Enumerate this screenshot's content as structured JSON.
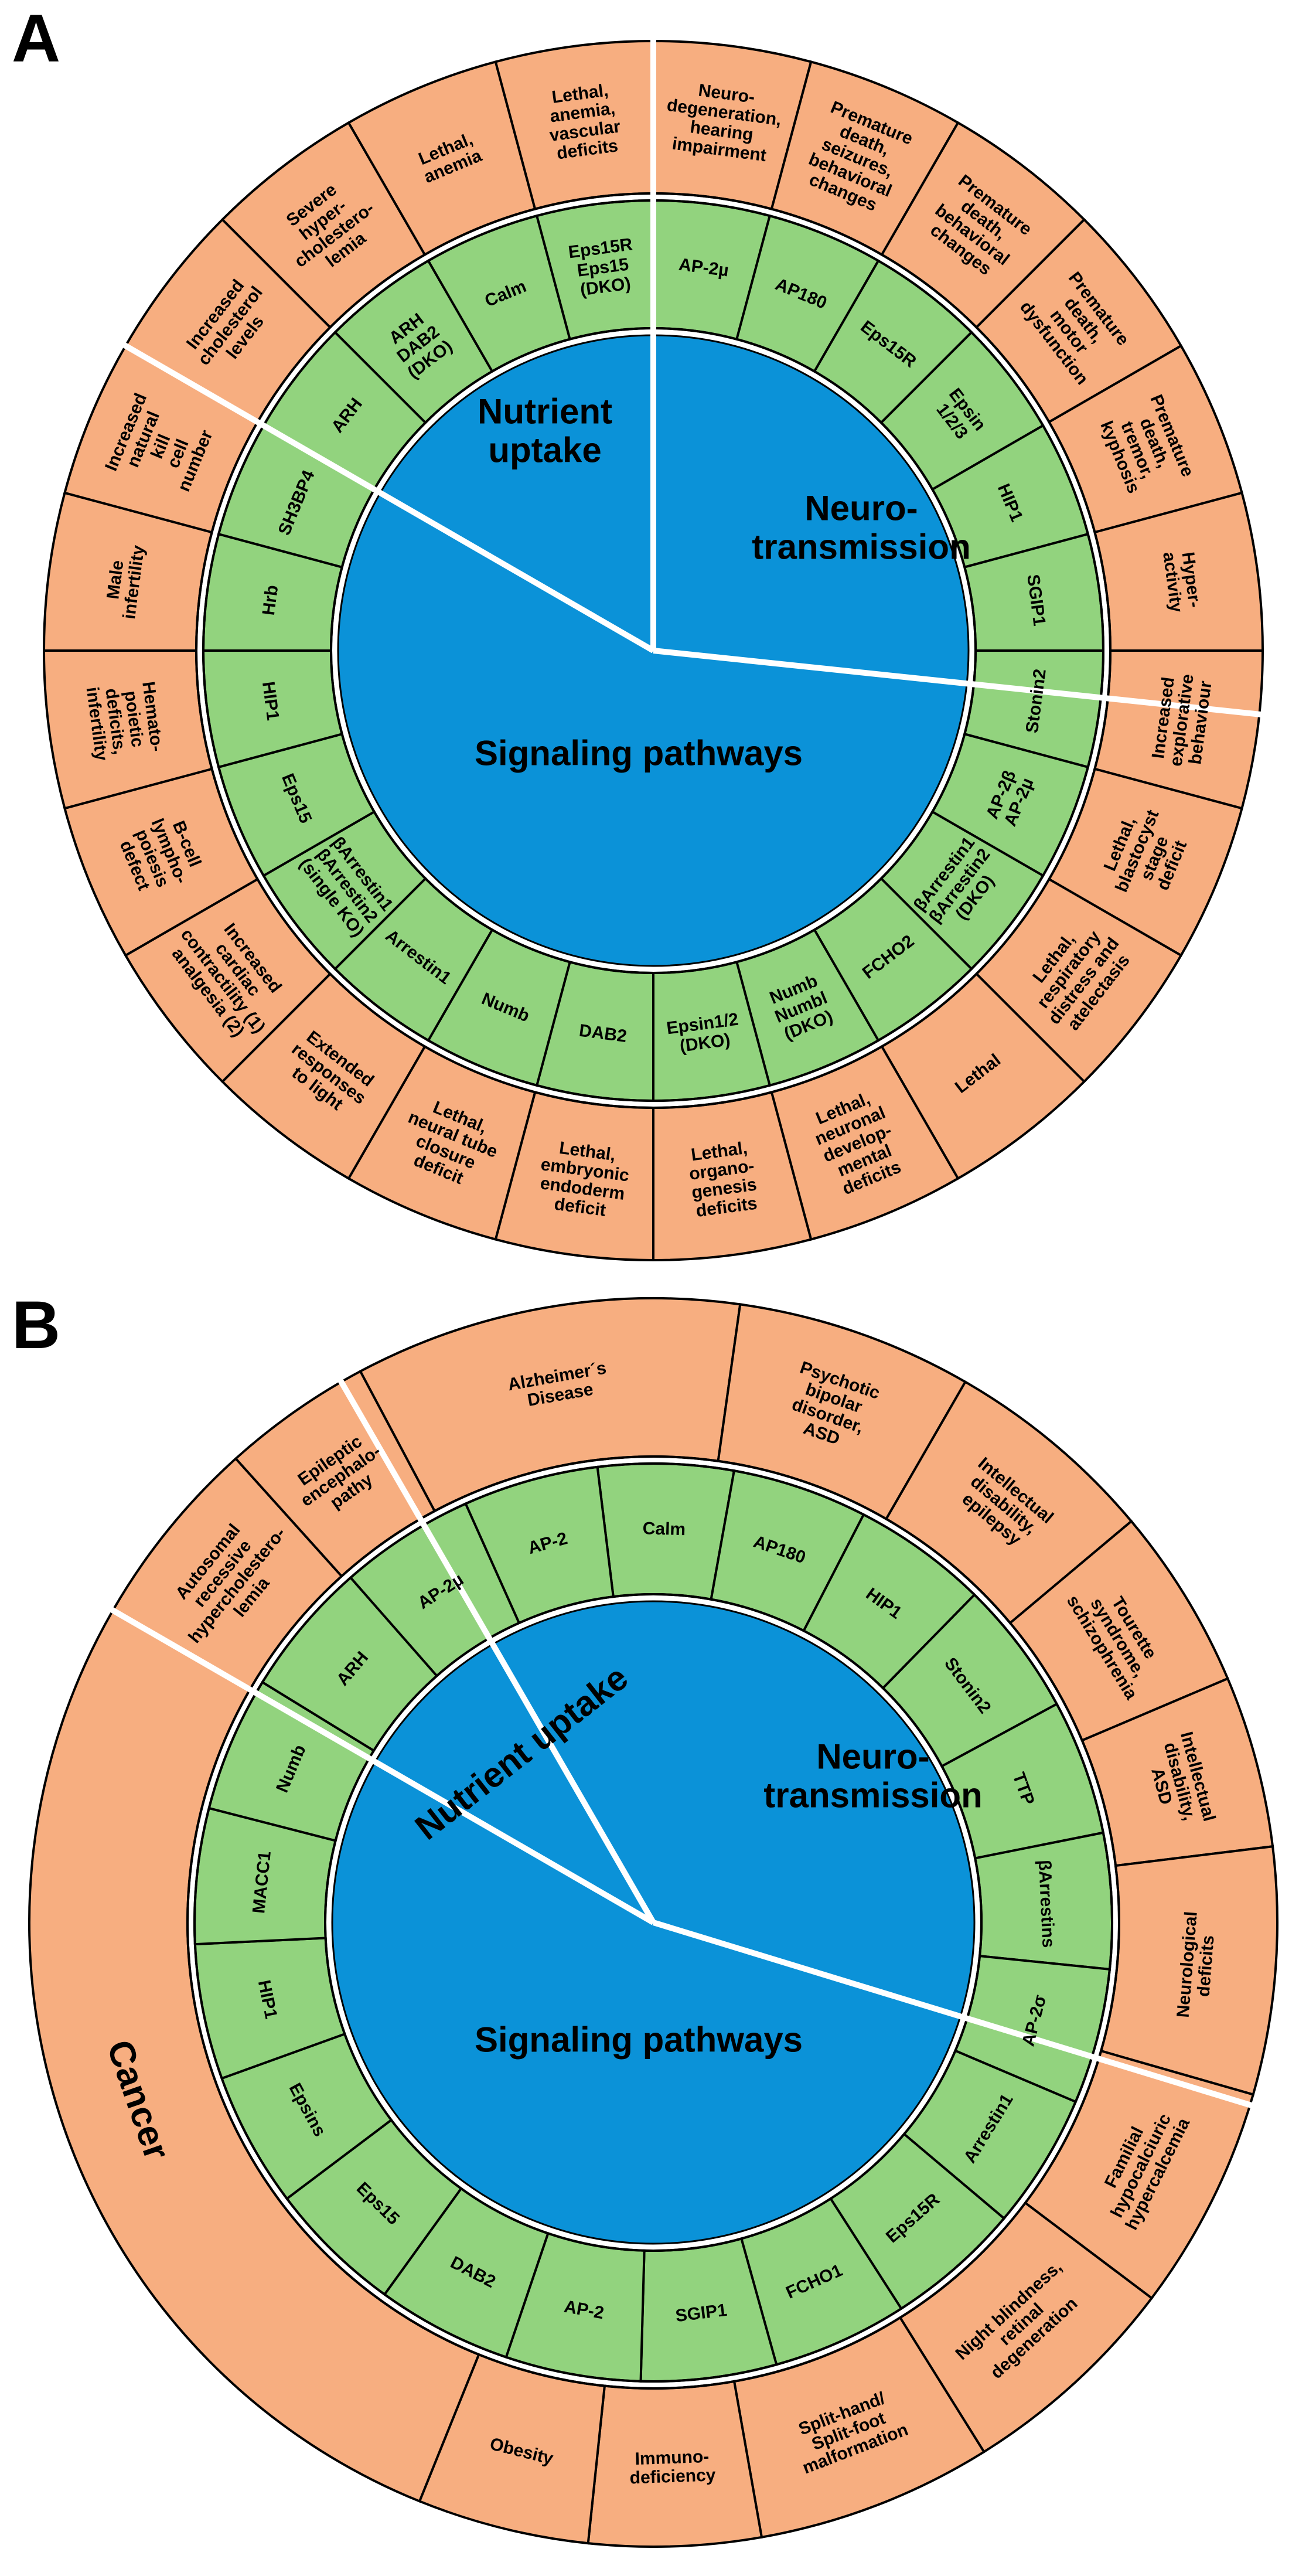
{
  "colors": {
    "center": "#0B92D8",
    "gene": "#92D37E",
    "phenotype": "#F7AE80",
    "border": "#000000",
    "divider": "#ffffff",
    "disease_text": "#1E1EB4",
    "text": "#000000"
  },
  "panels": [
    {
      "letter": "A",
      "center": [
        {
          "id": "neurotransmission",
          "lines": [
            "Neuro-",
            "transmission"
          ]
        },
        {
          "id": "nutrient",
          "lines": [
            "Nutrient",
            "uptake"
          ]
        },
        {
          "id": "signaling",
          "lines": [
            "Signaling pathways"
          ]
        }
      ],
      "genes": [
        {
          "lines": [
            "AP-2µ"
          ]
        },
        {
          "lines": [
            "AP180"
          ]
        },
        {
          "lines": [
            "Eps15R"
          ]
        },
        {
          "lines": [
            "Epsin",
            "1/2/3"
          ]
        },
        {
          "lines": [
            "HIP1"
          ]
        },
        {
          "lines": [
            "SGIP1"
          ]
        },
        {
          "lines": [
            "Stonin2"
          ]
        },
        {
          "lines": [
            "AP-2β",
            "AP-2µ"
          ]
        },
        {
          "lines": [
            "βArrestin1",
            "βArrestin2",
            "(DKO)"
          ]
        },
        {
          "lines": [
            "FCHO2"
          ]
        },
        {
          "lines": [
            "Numb",
            "Numbl",
            "(DKO)"
          ]
        },
        {
          "lines": [
            "Epsin1/2",
            "(DKO)"
          ]
        },
        {
          "lines": [
            "DAB2"
          ]
        },
        {
          "lines": [
            "Numb"
          ]
        },
        {
          "lines": [
            "Arrestin1"
          ]
        },
        {
          "lines": [
            "βArrestin1",
            "βArrestin2",
            "(single KO)"
          ]
        },
        {
          "lines": [
            "Eps15"
          ]
        },
        {
          "lines": [
            "HIP1"
          ]
        },
        {
          "lines": [
            "Hrb"
          ]
        },
        {
          "lines": [
            "SH3BP4"
          ]
        },
        {
          "lines": [
            "ARH"
          ]
        },
        {
          "lines": [
            "ARH",
            "DAB2",
            "(DKO)"
          ]
        },
        {
          "lines": [
            "Calm"
          ]
        },
        {
          "lines": [
            "Eps15R",
            "Eps15",
            "(DKO)"
          ]
        }
      ],
      "phenotypes": [
        {
          "lines": [
            "Neuro-",
            "degeneration,",
            "hearing",
            "impairment"
          ]
        },
        {
          "lines": [
            "Premature",
            "death,",
            "seizures,",
            "behavioral",
            "changes"
          ]
        },
        {
          "lines": [
            "Premature",
            "death,",
            "behavioral",
            "changes"
          ]
        },
        {
          "lines": [
            "Premature",
            "death,",
            "motor",
            "dysfunction"
          ]
        },
        {
          "lines": [
            "Premature",
            "death,",
            "tremor,",
            "kyphosis"
          ]
        },
        {
          "lines": [
            "Hyper-",
            "activity"
          ]
        },
        {
          "lines": [
            "Increased",
            "explorative",
            "behaviour"
          ]
        },
        {
          "lines": [
            "Lethal,",
            "blastocyst",
            "stage",
            "deficit"
          ]
        },
        {
          "lines": [
            "Lethal,",
            "respiratory",
            "distress and",
            "atelectasis"
          ]
        },
        {
          "lines": [
            "Lethal"
          ]
        },
        {
          "lines": [
            "Lethal,",
            "neuronal",
            "develop-",
            "mental",
            "deficits"
          ]
        },
        {
          "lines": [
            "Lethal,",
            "organo-",
            "genesis",
            "deficits"
          ]
        },
        {
          "lines": [
            "Lethal,",
            "embryonic",
            "endoderm",
            "deficit"
          ]
        },
        {
          "lines": [
            "Lethal,",
            "neural tube",
            "closure",
            "deficit"
          ]
        },
        {
          "lines": [
            "Extended",
            "responses",
            "to light"
          ]
        },
        {
          "lines": [
            "Increased",
            "cardiac",
            "contractility (1)",
            "analgesia (2)"
          ]
        },
        {
          "lines": [
            "B-cell",
            "lympho-",
            "poiesis",
            "defect"
          ]
        },
        {
          "lines": [
            "Hemato-",
            "poietic",
            "deficits,",
            "infertility"
          ]
        },
        {
          "lines": [
            "Male",
            "infertility"
          ]
        },
        {
          "lines": [
            "Increased",
            "natural",
            "kill",
            "cell",
            "number"
          ]
        },
        {
          "lines": [
            "Increased",
            "cholesterol",
            "levels"
          ]
        },
        {
          "lines": [
            "Severe",
            "hyper-",
            "cholestero-",
            "lemia"
          ]
        },
        {
          "lines": [
            "Lethal,",
            "anemia"
          ]
        },
        {
          "lines": [
            "Lethal,",
            "anemia,",
            "vascular",
            "deficits"
          ]
        }
      ]
    },
    {
      "letter": "B",
      "center": [
        {
          "id": "neurotransmission",
          "lines": [
            "Neuro-",
            "transmission"
          ]
        },
        {
          "id": "nutrient",
          "lines": [
            "Nutrient uptake"
          ]
        },
        {
          "id": "signaling",
          "lines": [
            "Signaling pathways"
          ]
        }
      ],
      "genes": [
        {
          "lines": [
            "Calm"
          ]
        },
        {
          "lines": [
            "AP180"
          ]
        },
        {
          "lines": [
            "HIP1"
          ]
        },
        {
          "lines": [
            "Stonin2"
          ]
        },
        {
          "lines": [
            "TTP"
          ]
        },
        {
          "lines": [
            "βArrestins"
          ]
        },
        {
          "lines": [
            "AP-2σ"
          ]
        },
        {
          "lines": [
            "Arrestin1"
          ]
        },
        {
          "lines": [
            "Eps15R"
          ]
        },
        {
          "lines": [
            "FCHO1"
          ]
        },
        {
          "lines": [
            "SGIP1"
          ]
        },
        {
          "lines": [
            "AP-2"
          ]
        },
        {
          "lines": [
            "DAB2"
          ]
        },
        {
          "lines": [
            "Eps15"
          ]
        },
        {
          "lines": [
            "Epsins"
          ]
        },
        {
          "lines": [
            "HIP1"
          ]
        },
        {
          "lines": [
            "MACC1"
          ]
        },
        {
          "lines": [
            "Numb"
          ]
        },
        {
          "lines": [
            "ARH"
          ]
        },
        {
          "lines": [
            "AP-2µ"
          ]
        },
        {
          "lines": [
            "AP-2"
          ]
        }
      ],
      "phenotypes": [
        {
          "lines": [
            "Alzheimer´s",
            "Disease"
          ]
        },
        {
          "lines": [
            "Psychotic",
            "bipolar",
            "disorder,",
            "ASD"
          ]
        },
        {
          "lines": [
            "Intellectual",
            "disability,",
            "epilepsy"
          ]
        },
        {
          "lines": [
            "Tourette",
            "syndrome,",
            "schizophrenia"
          ]
        },
        {
          "lines": [
            "Intellectual",
            "disability,",
            "ASD"
          ]
        },
        {
          "lines": [
            "Neurological",
            "deficits"
          ]
        },
        {
          "lines": [
            "Familial",
            "hypocalciuric",
            "hypercalcemia"
          ]
        },
        {
          "lines": [
            "Night blindness,",
            "retinal",
            "degeneration"
          ]
        },
        {
          "lines": [
            "Split-hand/",
            "Split-foot",
            "malformation"
          ]
        },
        {
          "lines": [
            "Immuno-",
            "deficiency"
          ]
        },
        {
          "lines": [
            "Obesity"
          ]
        },
        {
          "lines": [
            "Cancer"
          ]
        },
        {
          "lines": [
            "Autosomal",
            "recessive",
            "hypercholestero-",
            "lemia"
          ]
        },
        {
          "lines": [
            "Epileptic",
            "encephalo-",
            "pathy"
          ]
        }
      ]
    }
  ]
}
